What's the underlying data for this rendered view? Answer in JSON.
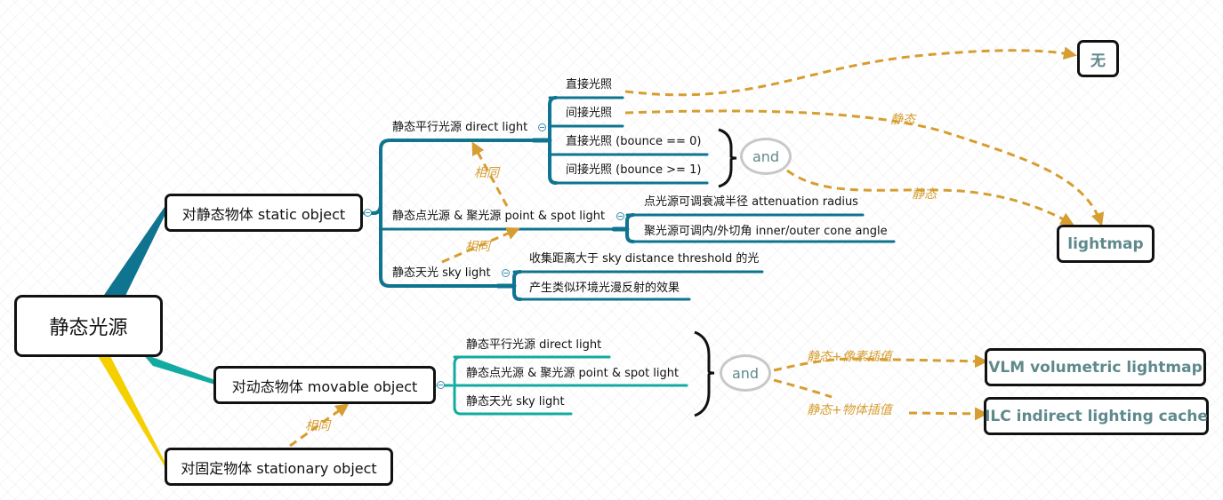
{
  "root": {
    "label": "静态光源"
  },
  "branches": {
    "static": {
      "label": "对静态物体 static object",
      "color": "#0e7490",
      "children": {
        "direct": {
          "label": "静态平行光源 direct light",
          "children": [
            "直接光照",
            "间接光照",
            "直接光照 (bounce == 0)",
            "间接光照 (bounce >= 1)"
          ]
        },
        "point": {
          "label": "静态点光源 & 聚光源 point & spot light",
          "children": [
            "点光源可调衰减半径 attenuation radius",
            "聚光源可调内/外切角 inner/outer cone angle"
          ]
        },
        "sky": {
          "label": "静态天光 sky light",
          "children": [
            "收集距离大于 sky distance threshold 的光",
            "产生类似环境光漫反射的效果"
          ]
        }
      }
    },
    "movable": {
      "label": "对动态物体 movable object",
      "color": "#13aba1",
      "children": [
        "静态平行光源 direct light",
        "静态点光源 & 聚光源 point & spot light",
        "静态天光 sky light"
      ]
    },
    "stationary": {
      "label": "对固定物体 stationary object",
      "color": "#f5d000"
    }
  },
  "and_nodes": {
    "static": "and",
    "movable": "and"
  },
  "targets": {
    "none": "无",
    "lightmap": "lightmap",
    "vlm": "VLM volumetric lightmap",
    "ilc": "ILC indirect lighting cache"
  },
  "relations": {
    "same1": "相同",
    "same2": "相同",
    "same3": "相同",
    "static1": "静态",
    "static2": "静态",
    "pixel_interp": "静态+像素插值",
    "object_interp": "静态+物体插值"
  },
  "colors": {
    "relation": "#d69e31",
    "target_text": "#5f8a8b",
    "and_border": "#c8c8c8"
  }
}
